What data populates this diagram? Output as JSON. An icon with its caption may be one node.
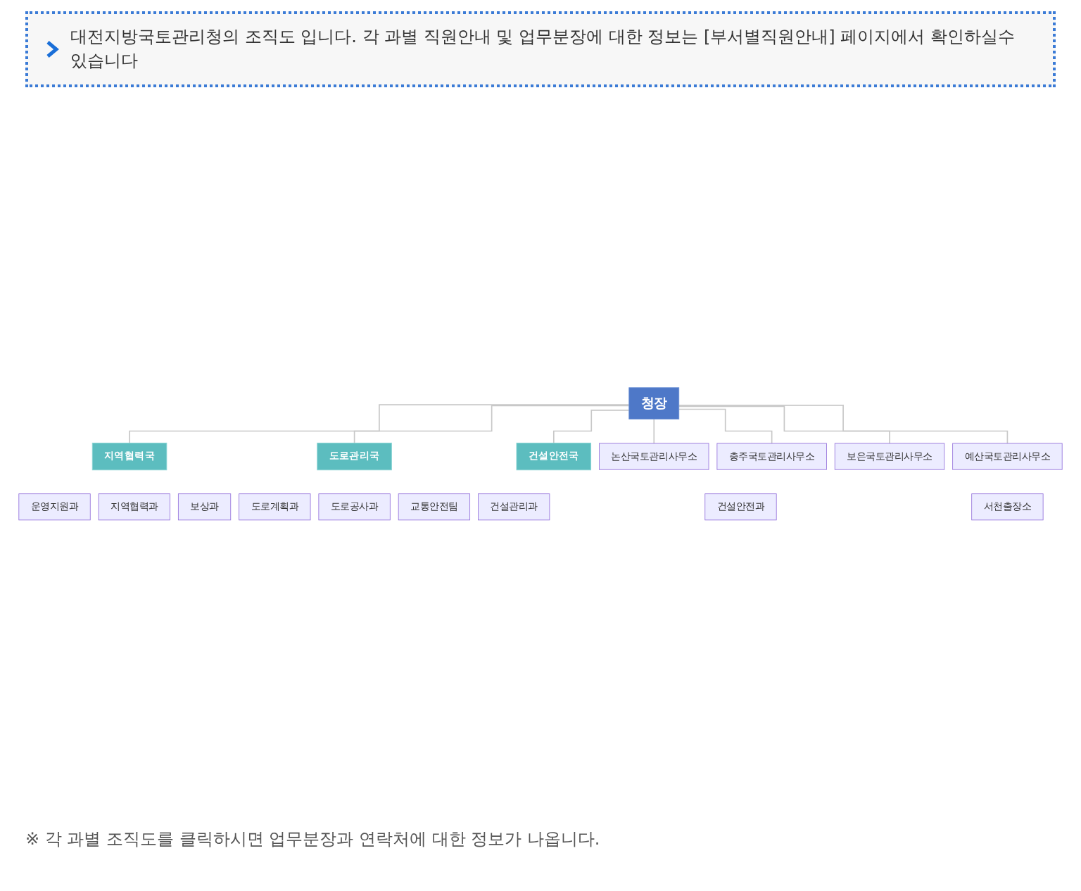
{
  "diagram": {
    "caption": "※ 각 과별 조직도를 클릭하시면 업무분장과 연락처에 대한 정보가 나옵니다.",
    "nodes": [
      {
        "text": [
          "청장"
        ]
      },
      {
        "text": [
          "지역협력국"
        ]
      },
      {
        "text": [
          "도로관리국"
        ]
      },
      {
        "text": [
          "건설안전국"
        ]
      },
      {
        "text": [
          "논산국토관리사무소"
        ]
      },
      {
        "text": [
          "충주국토관리사무소"
        ]
      },
      {
        "text": [
          "보은국토관리사무소"
        ]
      },
      {
        "text": [
          "예산국토관리사무소"
        ]
      },
      {
        "text": [
          "운영지원과"
        ]
      },
      {
        "text": [
          "지역협력과"
        ]
      },
      {
        "text": [
          "보상과"
        ]
      },
      {
        "text": [
          "도로계획과"
        ]
      },
      {
        "text": [
          "도로공사과"
        ]
      },
      {
        "text": [
          "교통안전팀"
        ]
      },
      {
        "text": [
          "건설관리과"
        ]
      },
      {
        "text": [
          "건설안전과"
        ]
      },
      {
        "text": [
          "서천출장소"
        ]
      }
    ],
    "edges": [
      {
        "from": 0,
        "to": 1,
        "arrow": "none"
      },
      {
        "from": 0,
        "to": 2,
        "arrow": "none"
      },
      {
        "from": 0,
        "to": 3,
        "arrow": "none"
      },
      {
        "from": 0,
        "to": 4,
        "arrow": "none"
      },
      {
        "from": 0,
        "to": 5,
        "arrow": "none"
      },
      {
        "from": 0,
        "to": 6,
        "arrow": "none"
      },
      {
        "from": 0,
        "to": 7,
        "arrow": "none"
      }
    ],
    "labels": [
      "대전지방국토관리청의 조직도 입니다. 각 과별 직원안내 및 업무분장에 대한 정보는 [부서별직원안내] 페이지에서 확인하실수 있습니다"
    ]
  }
}
